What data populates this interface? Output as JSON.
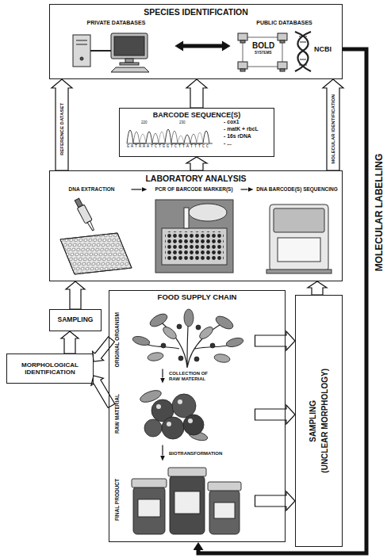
{
  "diagram": {
    "nodes": [
      {
        "text": [
          "SPECIES IDENTIFICATION"
        ]
      },
      {
        "text": [
          "PRIVATE DATABASES"
        ],
        "in": 0
      },
      {
        "text": [
          "PUBLIC DATABASES"
        ],
        "in": 0
      },
      {
        "text": [
          "BARCODE SEQUENCE(S)",
          "- cox1",
          "- matK + rbcL",
          "- 16s rDNA",
          "- ..."
        ]
      },
      {
        "text": [
          "LABORATORY ANALYSIS"
        ]
      },
      {
        "text": [
          "DNA EXTRACTION"
        ],
        "in": 4
      },
      {
        "text": [
          "PCR OF BARCODE MARKER(S)"
        ],
        "in": 4
      },
      {
        "text": [
          "DNA BARCODE(S) SEQUENCING"
        ],
        "in": 4
      },
      {
        "text": [
          "SAMPLING"
        ]
      },
      {
        "text": [
          "MORPHOLOGICAL IDENTIFICATION"
        ]
      },
      {
        "text": [
          "FOOD SUPPLY CHAIN"
        ]
      },
      {
        "text": [
          "ORIGINAL ORGANISM"
        ],
        "in": 10
      },
      {
        "text": [
          "RAW MATERIAL"
        ],
        "in": 10
      },
      {
        "text": [
          "FINAL PRODUCT"
        ],
        "in": 10
      },
      {
        "text": [
          "SAMPLING",
          "(UNCLEAR MORPHOLOGY)"
        ]
      }
    ],
    "edges": [
      {
        "from": 1,
        "to": 2,
        "arrow": "both"
      },
      {
        "from": 4,
        "to": 0,
        "arrow": "to",
        "label": "REFERENCE DATASET"
      },
      {
        "from": 4,
        "to": 3,
        "arrow": "to"
      },
      {
        "from": 3,
        "to": 0,
        "arrow": "to"
      },
      {
        "from": 4,
        "to": 0,
        "arrow": "to",
        "label": "MOLECULAR IDENTIFICATION"
      },
      {
        "from": 5,
        "to": 6,
        "arrow": "to"
      },
      {
        "from": 6,
        "to": 7,
        "arrow": "to"
      },
      {
        "from": 8,
        "to": 4,
        "arrow": "to"
      },
      {
        "from": 9,
        "to": 8,
        "arrow": "to"
      },
      {
        "from": 11,
        "to": 9,
        "arrow": "to"
      },
      {
        "from": 12,
        "to": 9,
        "arrow": "to"
      },
      {
        "from": 11,
        "to": 12,
        "arrow": "to",
        "label": "COLLECTION OF RAW MATERIAL"
      },
      {
        "from": 12,
        "to": 13,
        "arrow": "to",
        "label": "BIOTRANSFORMATION"
      },
      {
        "from": 11,
        "to": 14,
        "arrow": "to"
      },
      {
        "from": 12,
        "to": 14,
        "arrow": "to"
      },
      {
        "from": 13,
        "to": 14,
        "arrow": "to"
      },
      {
        "from": 14,
        "to": 4,
        "arrow": "to"
      },
      {
        "from": 0,
        "to": 10,
        "arrow": "to",
        "label": "MOLECULAR LABELLING"
      }
    ],
    "labels": [
      "BOLD",
      "SYSTEMS",
      "NCBI",
      "220",
      "230",
      "GATAAATCTGGTCTTATTTCC"
    ]
  }
}
